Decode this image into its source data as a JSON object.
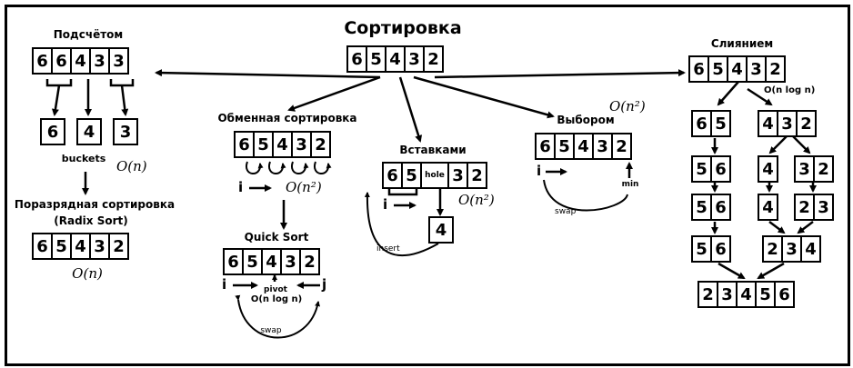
{
  "title": "Сортировка",
  "root_array": [
    "6",
    "5",
    "4",
    "3",
    "2"
  ],
  "counting": {
    "heading": "Подсчётом",
    "array": [
      "6",
      "6",
      "4",
      "3",
      "3"
    ],
    "buckets": [
      "6",
      "4",
      "3"
    ],
    "buckets_label": "buckets",
    "complexity": "O(n)"
  },
  "radix": {
    "heading_line1": "Поразрядная сортировка",
    "heading_line2": "(Radix Sort)",
    "array": [
      "6",
      "5",
      "4",
      "3",
      "2"
    ],
    "complexity": "O(n)"
  },
  "exchange": {
    "heading": "Обменная сортировка",
    "array": [
      "6",
      "5",
      "4",
      "3",
      "2"
    ],
    "pointer": "i",
    "complexity": "O(n²)"
  },
  "quick": {
    "heading": "Quick Sort",
    "array": [
      "6",
      "5",
      "4",
      "3",
      "2"
    ],
    "left_pointer": "i",
    "right_pointer": "j",
    "pivot_label": "pivot",
    "complexity": "O(n log n)",
    "swap_label": "swap"
  },
  "insertion": {
    "heading": "Вставками",
    "array": [
      "6",
      "5",
      "hole",
      "3",
      "2"
    ],
    "pointer": "i",
    "complexity": "O(n²)",
    "held_value": "4",
    "insert_label": "insert"
  },
  "selection": {
    "heading": "Выбором",
    "array": [
      "6",
      "5",
      "4",
      "3",
      "2"
    ],
    "pointer": "i",
    "complexity": "O(n²)",
    "min_label": "min",
    "swap_label": "swap"
  },
  "merge": {
    "heading": "Слиянием",
    "array": [
      "6",
      "5",
      "4",
      "3",
      "2"
    ],
    "complexity": "O(n log n)",
    "split_left": [
      "6",
      "5"
    ],
    "split_right": [
      "4",
      "3",
      "2"
    ],
    "l2": [
      "5",
      "6"
    ],
    "r2a": [
      "4"
    ],
    "r2b": [
      "3",
      "2"
    ],
    "l3": [
      "5",
      "6"
    ],
    "r3a": [
      "4"
    ],
    "r3b": [
      "2",
      "3"
    ],
    "l4": [
      "5",
      "6"
    ],
    "r4": [
      "2",
      "3",
      "4"
    ],
    "result": [
      "2",
      "3",
      "4",
      "5",
      "6"
    ]
  }
}
